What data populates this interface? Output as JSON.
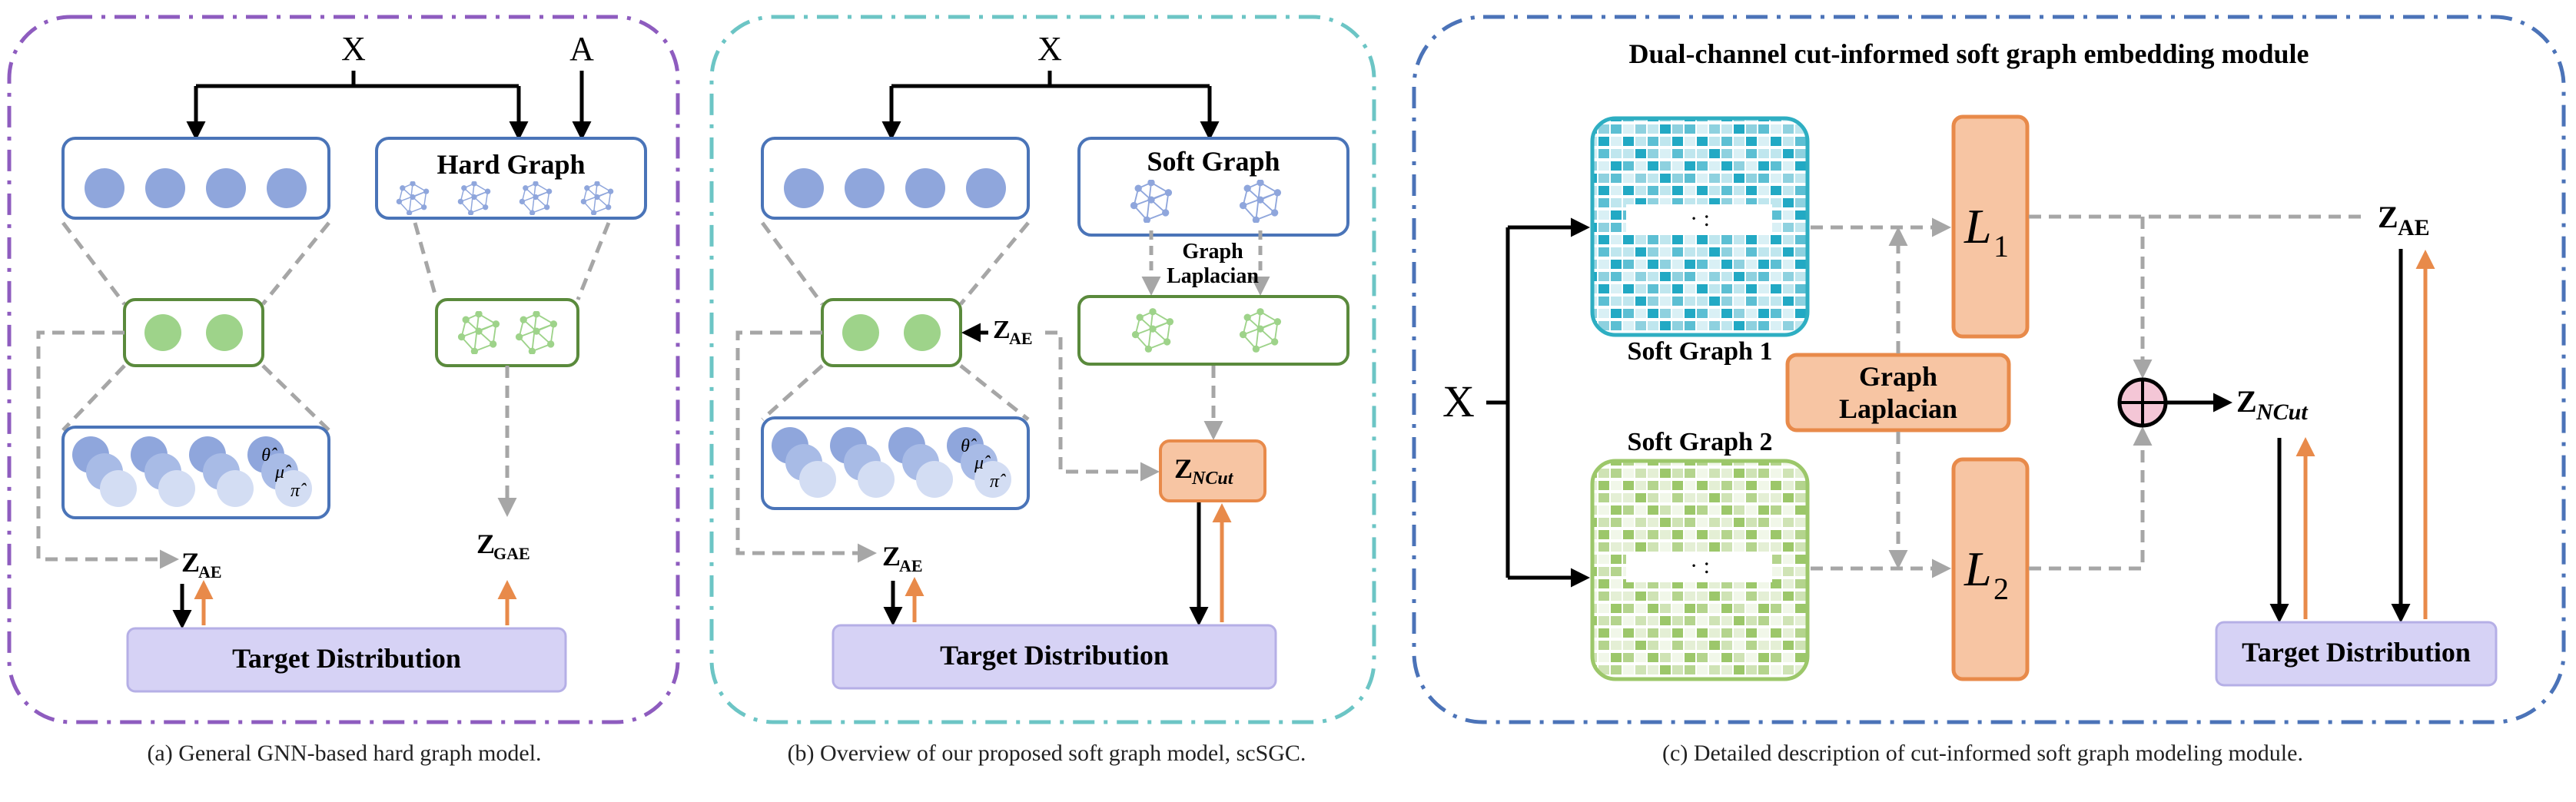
{
  "panel_a": {
    "input_x": "X",
    "input_a": "A",
    "hard_graph": "Hard Graph",
    "z_ae": "Z",
    "z_ae_sub": "AE",
    "z_gae": "Z",
    "z_gae_sub": "GAE",
    "mark_theta": "θ̂",
    "mark_mu": "μ̂",
    "mark_pi": "π̂",
    "target": "Target Distribution",
    "caption": "(a) General GNN-based hard graph model."
  },
  "panel_b": {
    "input_x": "X",
    "soft_graph": "Soft Graph",
    "graph_word": "Graph",
    "laplacian_word": "Laplacian",
    "z_ae_side": "Z",
    "z_ae_side_sub": "AE",
    "z_ae": "Z",
    "z_ae_sub": "AE",
    "z_ncut": "Z",
    "z_ncut_sub": "NCut",
    "mark_theta": "θ̂",
    "mark_mu": "μ̂",
    "mark_pi": "π̂",
    "target": "Target Distribution",
    "caption": "(b) Overview of our proposed soft graph model, scSGC."
  },
  "panel_c": {
    "title": "Dual-channel cut-informed soft graph embedding module",
    "input_x": "X",
    "soft_graph_1": "Soft Graph 1",
    "soft_graph_2": "Soft Graph 2",
    "graph_word": "Graph",
    "laplacian_word": "Laplacian",
    "l1": "L",
    "l1_sub": "1",
    "l2": "L",
    "l2_sub": "2",
    "dots": "· :",
    "z_ae": "Z",
    "z_ae_sub": "AE",
    "z_ncut": "Z",
    "z_ncut_sub": "NCut",
    "target": "Target Distribution",
    "caption": "(c) Detailed description of cut-informed soft graph modeling module."
  },
  "colors": {
    "blue_box": "#4a74b8",
    "blue_node": "#8fa6dc",
    "green_box": "#5a8a3c",
    "green_node": "#9ed38a",
    "orange": "#e88a4a",
    "orange_fill": "#f7c5a3",
    "purple_fill": "#d6d2f5",
    "teal": "#2eaec2",
    "dash_purple": "#8e5cbf",
    "dash_teal": "#6cc5c5",
    "dash_blue": "#4b73b8"
  }
}
